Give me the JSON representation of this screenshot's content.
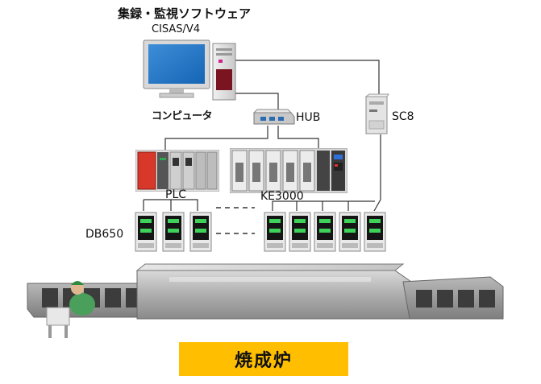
{
  "software_title": "集録・監視ソフトウェア",
  "software_version": "CISAS/V4",
  "computer_label": "コンピュータ",
  "hub_label": "HUB",
  "sc8_label": "SC8",
  "plc_label": "PLC",
  "ke3000_label": "KE3000",
  "db650_label": "DB650",
  "kiln_label": "焼成炉",
  "colors": {
    "kiln_label_bg": "#ffbf00",
    "wire": "#333333",
    "plc_red": "#d8382a",
    "controller_body": "#e9e9e9"
  }
}
